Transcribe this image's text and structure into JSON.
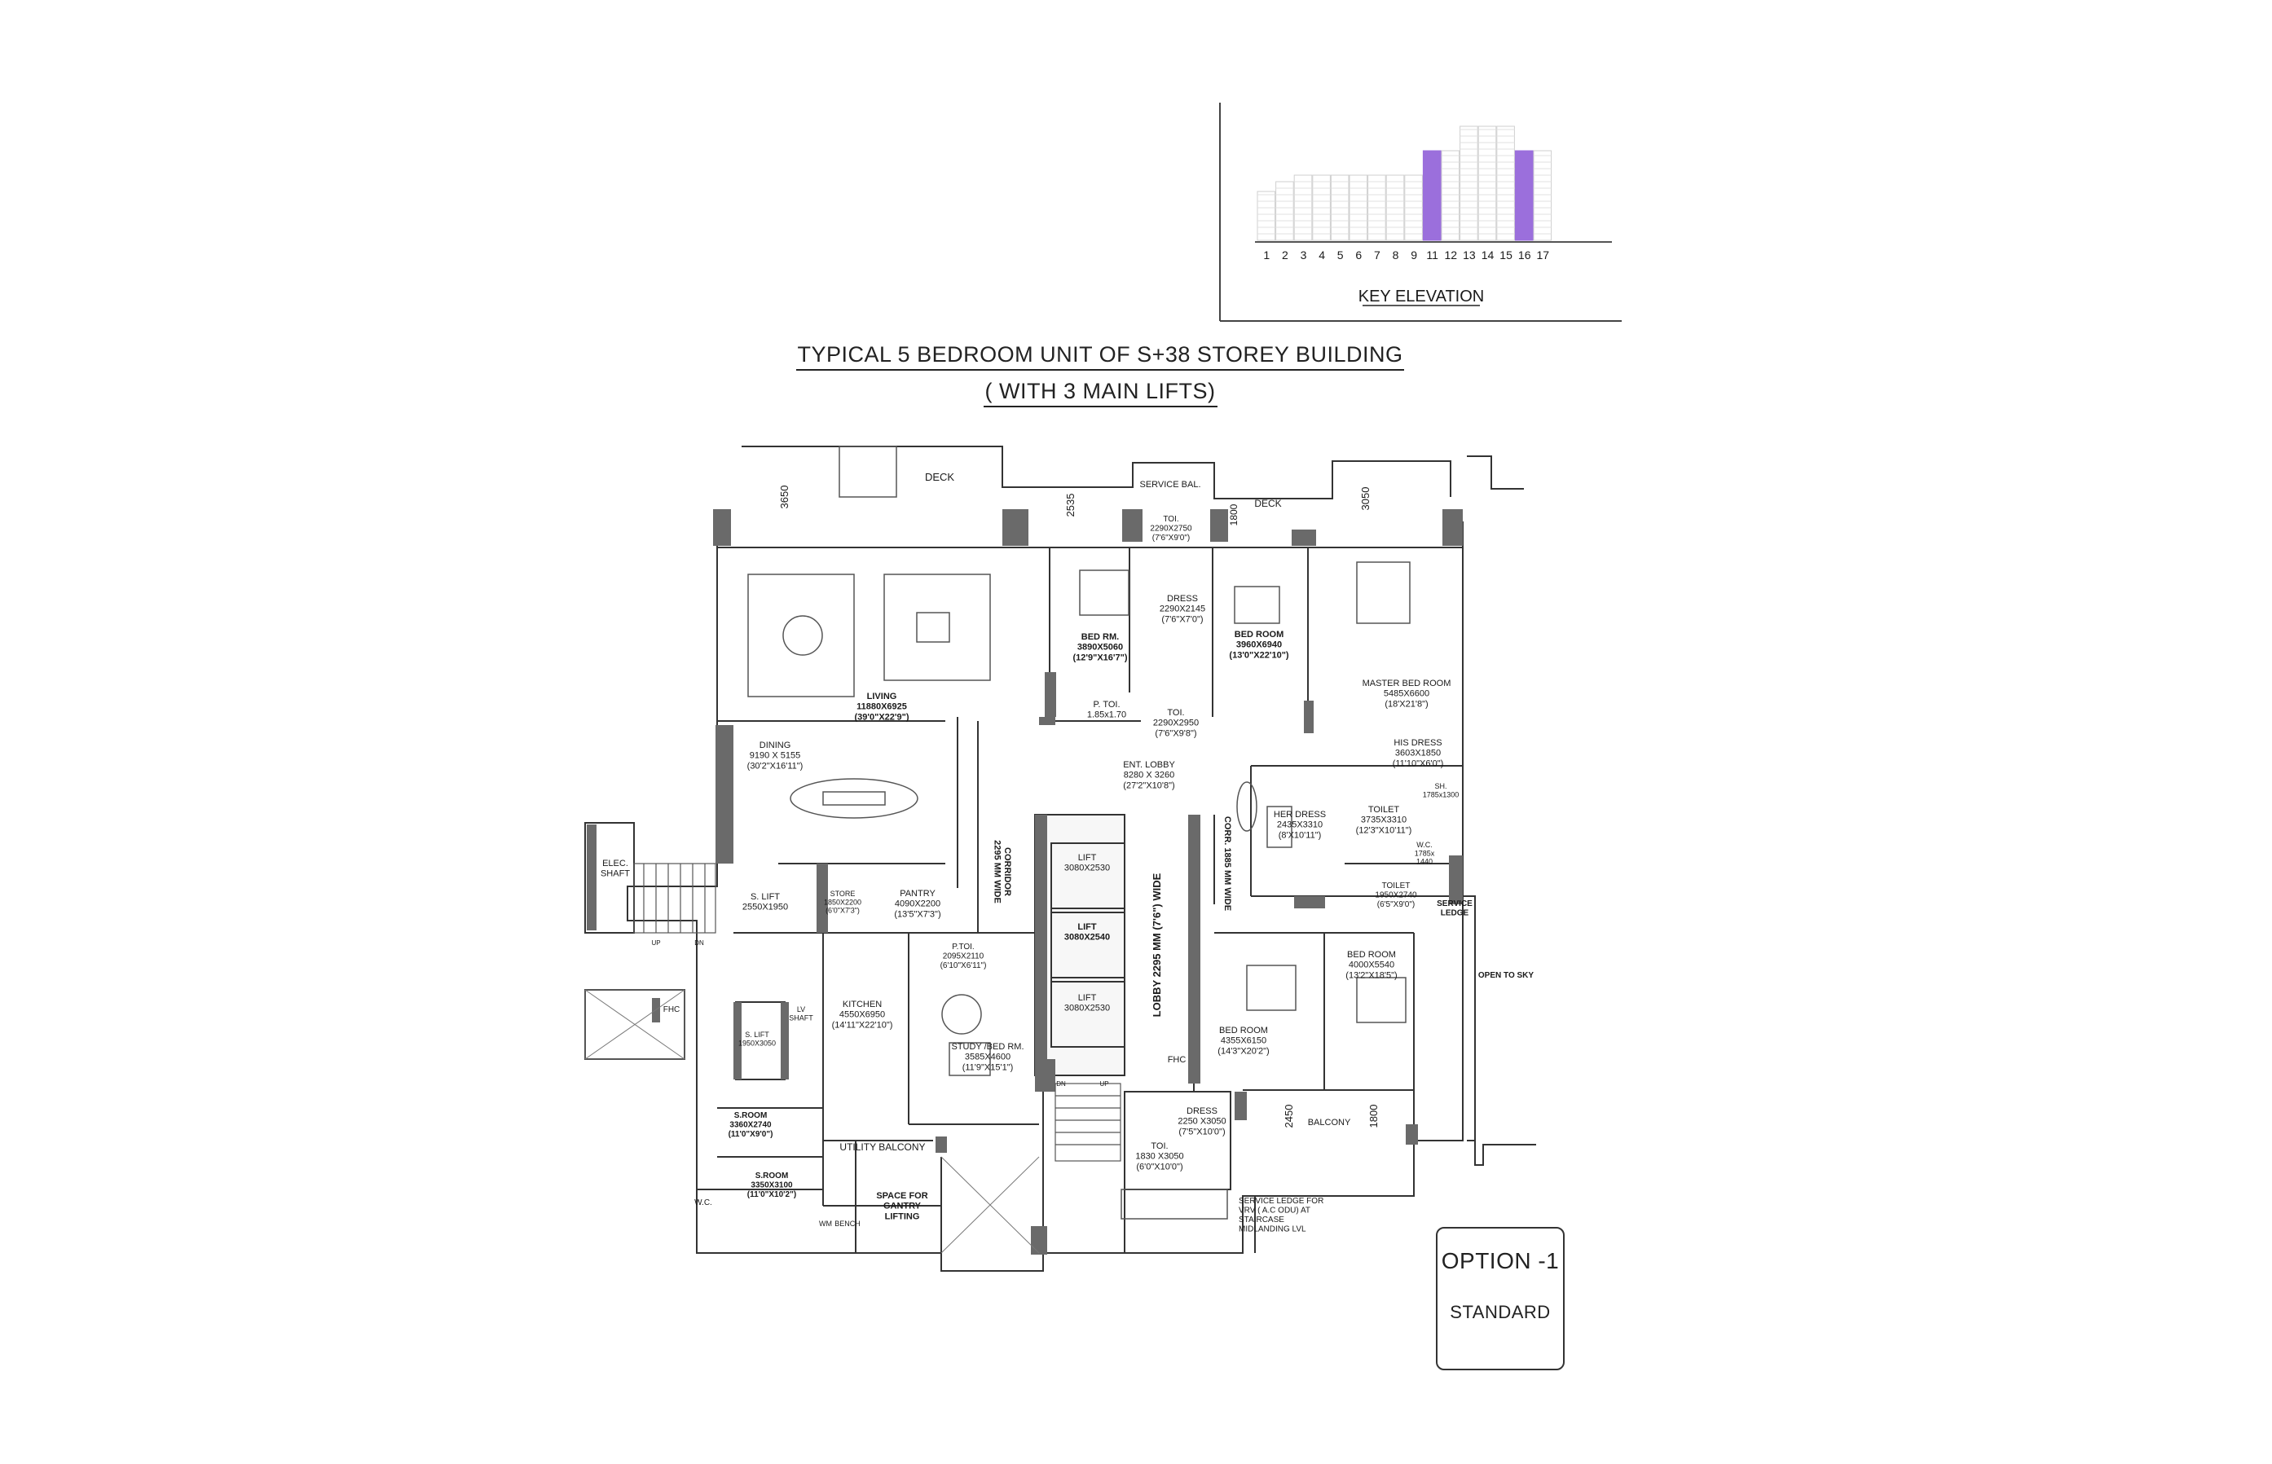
{
  "key_elevation": {
    "title": "KEY ELEVATION",
    "floors": [
      "1",
      "2",
      "3",
      "4",
      "5",
      "6",
      "7",
      "8",
      "9",
      "11",
      "12",
      "13",
      "14",
      "15",
      "16",
      "17"
    ],
    "highlighted": [
      "11",
      "16"
    ],
    "highlight_color": "#9b6fdc"
  },
  "title": {
    "line1": "TYPICAL 5 BEDROOM UNIT OF S+38  STOREY BUILDING",
    "line2": "( WITH 3 MAIN LIFTS)"
  },
  "option": {
    "title": "OPTION -1",
    "subtitle": "STANDARD"
  },
  "rooms": {
    "deck_left": "DECK",
    "dim_3650": "3650",
    "dim_2535": "2535",
    "service_bal": "SERVICE BAL.",
    "dim_1800_top": "1800",
    "deck_right": "DECK",
    "dim_3050": "3050",
    "toi_top": [
      "TOI.",
      "2290X2750",
      "(7'6\"X9'0\")"
    ],
    "dress_top": [
      "DRESS",
      "2290X2145",
      "(7'6\"X7'0\")"
    ],
    "bed_rm": [
      "BED RM.",
      "3890X5060",
      "(12'9\"X16'7\")"
    ],
    "bed_room_1": [
      "BED ROOM",
      "3960X6940",
      "(13'0\"X22'10\")"
    ],
    "master_bed": [
      "MASTER BED ROOM",
      "5485X6600",
      "(18'X21'8\")"
    ],
    "his_dress": [
      "HIS DRESS",
      "3603X1850",
      "(11'10\"X6'0\")"
    ],
    "living": [
      "LIVING",
      "11880X6925",
      "(39'0\"X22'9\")"
    ],
    "p_toi_1": [
      "P. TOI.",
      "1.85x1.70"
    ],
    "toi_mid": [
      "TOI.",
      "2290X2950",
      "(7'6\"X9'8\")"
    ],
    "ent_lobby": [
      "ENT. LOBBY",
      "8280 X 3260",
      "(27'2\"X10'8\")"
    ],
    "dining": [
      "DINING",
      "9190 X 5155",
      "(30'2\"X16'11\")"
    ],
    "her_dress": [
      "HER DRESS",
      "2435X3310",
      "(8'X10'11\")"
    ],
    "toilet_master": [
      "TOILET",
      "3735X3310",
      "(12'3\"X10'11\")"
    ],
    "sh": [
      "SH.",
      "1785x1300"
    ],
    "wc_master": [
      "W.C.",
      "1785x",
      "1440"
    ],
    "corridor": [
      "CORRIDOR",
      "2295 MM WIDE"
    ],
    "lift_a": [
      "LIFT",
      "3080X2530"
    ],
    "lift_b": [
      "LIFT",
      "3080X2540"
    ],
    "lift_c": [
      "LIFT",
      "3080X2530"
    ],
    "lobby_label": "LOBBY 2295 MM (7'6\") WIDE",
    "corr_label": "CORR. 1885 MM WIDE",
    "elec_shaft": [
      "ELEC.",
      "SHAFT"
    ],
    "s_lift_1": [
      "S. LIFT",
      "2550X1950"
    ],
    "store": [
      "STORE",
      "1850X2200",
      "(6'0\"X7'3\")"
    ],
    "pantry": [
      "PANTRY",
      "4090X2200",
      "(13'5\"X7'3\")"
    ],
    "toilet_2": [
      "TOILET",
      "1950X2740",
      "(6'5\"X9'0\")"
    ],
    "service_ledge": [
      "SERVICE",
      "LEDGE"
    ],
    "up": "UP",
    "dn": "DN",
    "p_toi_2": [
      "P.TOI.",
      "2095X2110",
      "(6'10\"X6'11\")"
    ],
    "kitchen": [
      "KITCHEN",
      "4550X6950",
      "(14'11\"X22'10\")"
    ],
    "bed_room_2": [
      "BED ROOM",
      "4000X5540",
      "(13'2\"X18'5\")"
    ],
    "open_to_sky": "OPEN TO SKY",
    "fhc_1": "FHC",
    "s_lift_2": [
      "S. LIFT",
      "1950X3050"
    ],
    "lv_shaft": [
      "LV",
      "SHAFT"
    ],
    "study": [
      "STUDY /BED RM.",
      "3585X4600",
      "(11'9\"X15'1\")"
    ],
    "bed_room_3": [
      "BED ROOM",
      "4355X6150",
      "(14'3\"X20'2\")"
    ],
    "fhc_2": "FHC",
    "dn_2": "DN",
    "up_2": "UP",
    "dress_bottom": [
      "DRESS",
      "2250 X3050",
      "(7'5\"X10'0\")"
    ],
    "toi_bottom": [
      "TOI.",
      "1830 X3050",
      "(6'0\"X10'0\")"
    ],
    "dim_2450": "2450",
    "balcony": "BALCONY",
    "dim_1800_bottom": "1800",
    "s_room_1": [
      "S.ROOM",
      "3360X2740",
      "(11'0\"X9'0\")"
    ],
    "s_room_2": [
      "S.ROOM",
      "3350X3100",
      "(11'0\"X10'2\")"
    ],
    "utility_balcony": "UTILITY BALCONY",
    "gantry": [
      "SPACE FOR",
      "GANTRY",
      "LIFTING"
    ],
    "wm": "WM",
    "bench": "BENCH",
    "wc_small": [
      "W.C."
    ],
    "service_ledge_vrv": [
      "SERVICE LEDGE FOR",
      "VRV ( A.C ODU)  AT",
      "STAIRCASE",
      "MIDLANDING LVL"
    ]
  }
}
